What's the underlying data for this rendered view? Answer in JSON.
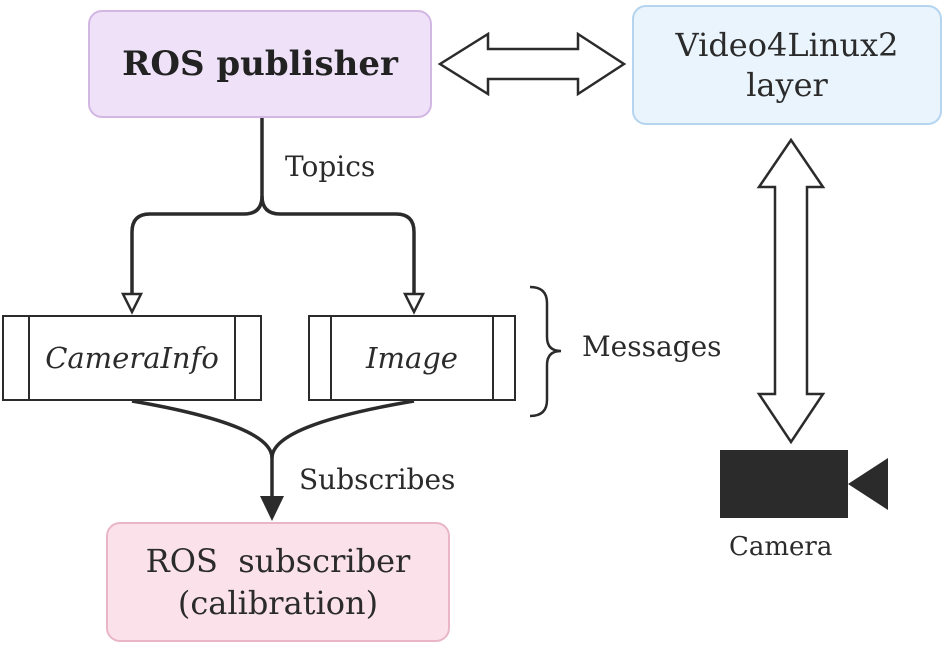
{
  "nodes": {
    "publisher": "ROS publisher",
    "v4l2_line1": "Video4Linux2",
    "v4l2_line2": "layer",
    "subscriber_line1": "ROS  subscriber",
    "subscriber_line2": "(calibration)"
  },
  "messages": [
    "CameraInfo",
    "Image"
  ],
  "labels": {
    "topics": "Topics",
    "messages": "Messages",
    "subscribes": "Subscribes",
    "camera": "Camera"
  },
  "icons": {
    "camera": "video-camera-icon",
    "publisher_v4l2_link": "double-headed-arrow-icon",
    "v4l2_camera_link": "double-headed-arrow-icon"
  },
  "colors": {
    "publisher_fill": "#efe1f8",
    "publisher_border": "#d3b7e3",
    "v4l2_fill": "#e9f4fd",
    "v4l2_border": "#b5d4ef",
    "subscriber_fill": "#fbe2ea",
    "subscriber_border": "#eab6c6",
    "line": "#2b2b2b"
  }
}
